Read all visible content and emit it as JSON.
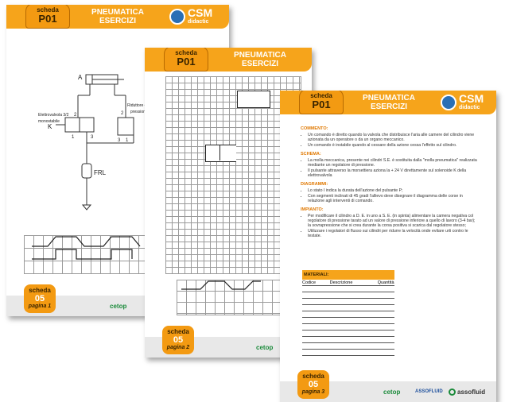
{
  "header": {
    "scheda_label": "scheda",
    "code": "P01",
    "title_line1": "PNEUMATICA",
    "title_line2": "ESERCIZI",
    "brand": "CSM",
    "brand_sub": "didactic"
  },
  "footer": {
    "scheda_label": "scheda",
    "number": "05",
    "pages": [
      "pagina 1",
      "pagina 2",
      "pagina 3"
    ],
    "sponsors": [
      "cetop",
      "ASSOFLUID",
      "assofluid"
    ]
  },
  "circuit": {
    "label_a": "A",
    "label_k": "K",
    "label_frl": "FRL",
    "elettrovalvola_line1": "Elettrovalvola 3/2",
    "elettrovalvola_line2": "monostabile",
    "riduttore_line1": "Riduttore di",
    "riduttore_line2": "pressione",
    "port_2_left": "2",
    "port_1_left": "1",
    "port_3_left": "3",
    "port_2_right": "2",
    "port_1_right": "1",
    "port_3_right": "3"
  },
  "sections": {
    "commento": {
      "title": "COMMENTO:",
      "items": [
        "Un comando è diretto quando la valvola che distribuisce l'aria alle camere del cilindro viene azionata da un operatore o da un organo meccanico.",
        "Un comando è instabile quando al cessare della azione cessa l'effetto sul cilindro."
      ]
    },
    "schema": {
      "title": "SCHEMA:",
      "items": [
        "La molla meccanica, presente nei cilindri S.E. è sostituita dalla \"molla pneumatica\" realizzata mediante un regolatore di pressione.",
        "Il pulsante attraverso la morsettiera aziona la + 24 V direttamente sul solenoide K della elettrovalvola"
      ]
    },
    "diagrammi": {
      "title": "DIAGRAMMI:",
      "items": [
        "Lo stato I indica la durata dell'azione del pulsante P;",
        "Con segmenti inclinati di 45 gradi l'allievo deve disegnare il diagramma delle corse in relazione agli interventi di comando."
      ]
    },
    "impianto": {
      "title": "IMPIANTO:",
      "items": [
        "Per modificare il cilindro a D. E. in uno a S. E. (in spinta) alimentare la camera negativa col regolatore di pressione tarato ad un valore di pressione inferiore a quello di lavoro (3-4 bar); la sovrapressione che si crea durante la corsa positiva si scarica dal regolatore stesso;",
        "Utilizzare i regolatori di flusso sui cilindri per ridurre la velocità onde evitare urti contro le testate."
      ]
    }
  },
  "materiali": {
    "title": "MATERIALI:",
    "columns": [
      "Codice",
      "Descrizione",
      "Quantità"
    ],
    "row_count": 11
  }
}
